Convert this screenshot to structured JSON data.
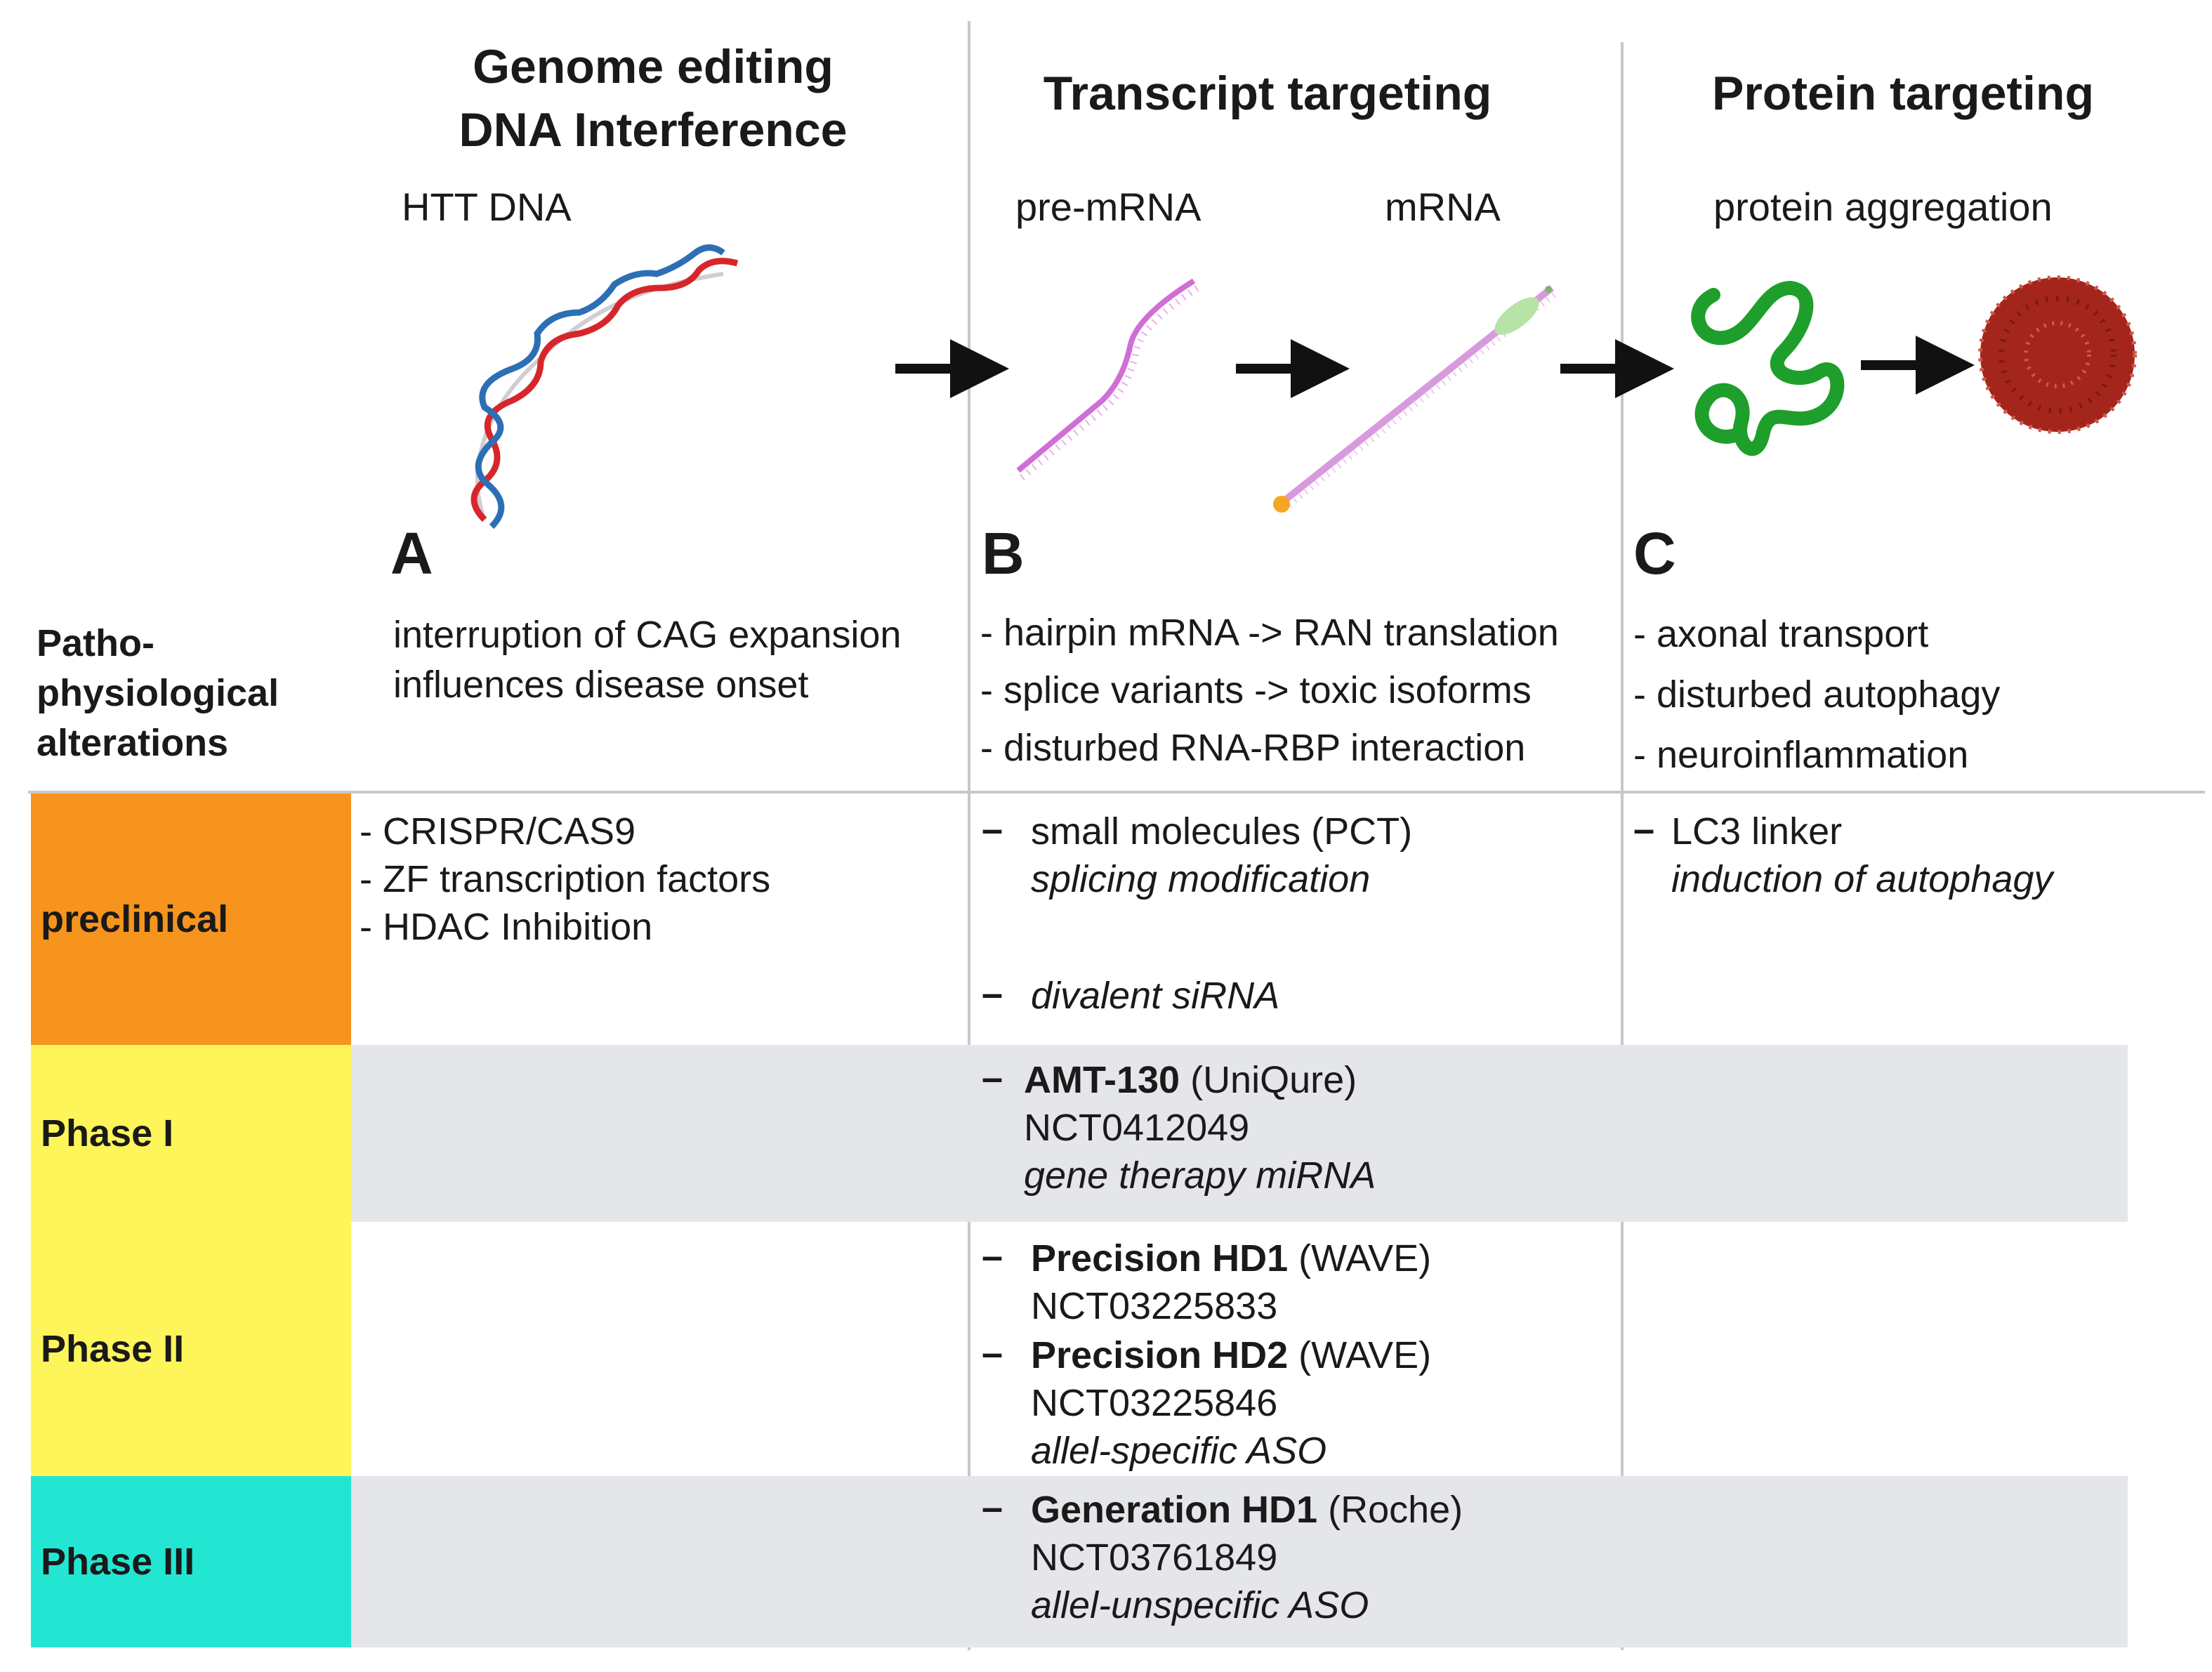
{
  "columns": {
    "a": {
      "title_line1": "Genome editing",
      "title_line2": "DNA Interference",
      "subtitle": "HTT DNA",
      "letter": "A"
    },
    "b": {
      "title": "Transcript targeting",
      "subtitle_left": "pre-mRNA",
      "subtitle_right": "mRNA",
      "letter": "B"
    },
    "c": {
      "title": "Protein targeting",
      "subtitle": "protein aggregation",
      "letter": "C"
    }
  },
  "pathophysiology": {
    "row_label": [
      "Patho-",
      "physiological",
      "alterations"
    ],
    "a": [
      "interruption of CAG expansion",
      "influences disease onset"
    ],
    "b": [
      "- hairpin mRNA -> RAN translation",
      "- splice variants -> toxic isoforms",
      "- disturbed RNA-RBP interaction"
    ],
    "c": [
      "- axonal transport",
      "- disturbed autophagy",
      "- neuroinflammation"
    ]
  },
  "phases": [
    {
      "label": "preclinical",
      "color": "#f7941d"
    },
    {
      "label": "Phase I",
      "color": "#fdf55a"
    },
    {
      "label": "Phase II",
      "color": "#fdf55a"
    },
    {
      "label": "Phase III",
      "color": "#23e6d2"
    }
  ],
  "preclinical": {
    "a": [
      "- CRISPR/CAS9",
      "- ZF transcription factors",
      "- HDAC Inhibition"
    ],
    "b1": {
      "dash": "–",
      "line1": "small molecules (PCT)",
      "line2": "splicing modification"
    },
    "b2": {
      "dash": "–",
      "line1": "divalent siRNA"
    },
    "c": {
      "dash": "–",
      "line1": "LC3 linker",
      "line2": "induction of autophagy"
    }
  },
  "phase1": {
    "b": {
      "dash": "–",
      "name": "AMT-130",
      "sponsor": " (UniQure)",
      "nct": "NCT0412049",
      "type": "gene therapy miRNA"
    }
  },
  "phase2": {
    "b1": {
      "dash": "–",
      "name": "Precision HD1",
      "sponsor": " (WAVE)",
      "nct": "NCT03225833"
    },
    "b2": {
      "dash": "–",
      "name": "Precision HD2",
      "sponsor": " (WAVE)",
      "nct": "NCT03225846",
      "type": "allel-specific ASO"
    }
  },
  "phase3": {
    "b": {
      "dash": "–",
      "name": "Generation HD1",
      "sponsor": " (Roche)",
      "nct": "NCT03761849",
      "type": "allel-unspecific ASO"
    }
  },
  "colors": {
    "dna_red": "#d7262b",
    "dna_blue": "#2d6fb5",
    "rna_pink": "#cf6fd6",
    "protein_green": "#1e9e2a",
    "aggregate_red": "#a3251c",
    "accent_orange": "#f5a623"
  }
}
